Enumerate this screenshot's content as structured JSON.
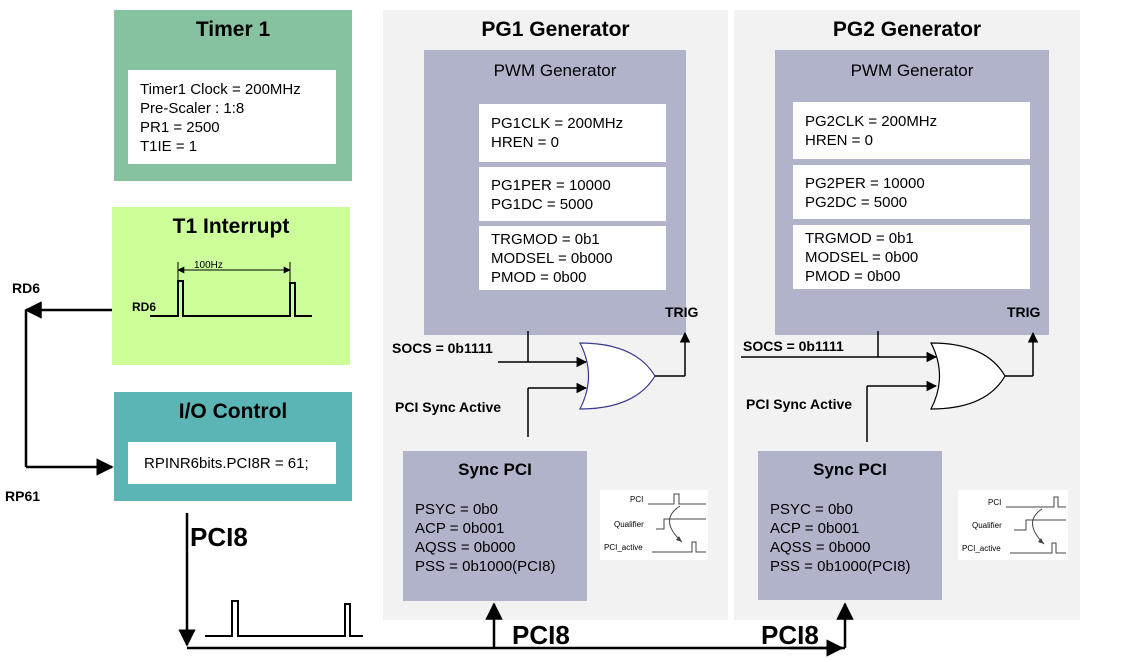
{
  "timer1": {
    "title": "Timer 1",
    "lines": [
      "Timer1 Clock = 200MHz",
      "Pre-Scaler : 1:8",
      "PR1 = 2500",
      "T1IE = 1"
    ]
  },
  "t1_interrupt": {
    "title": "T1 Interrupt",
    "period_label": "100Hz",
    "signal_label": "RD6"
  },
  "io_control": {
    "title": "I/O Control",
    "line": "RPINR6bits.PCI8R = 61;"
  },
  "pins": {
    "rd6": "RD6",
    "rp61": "RP61"
  },
  "pci8": {
    "label_left": "PCI8",
    "label_mid": "PCI8",
    "label_right": "PCI8"
  },
  "pg1": {
    "title": "PG1 Generator",
    "pwm_title": "PWM Generator",
    "box1": [
      "PG1CLK = 200MHz",
      "HREN = 0"
    ],
    "box2": [
      "PG1PER = 10000",
      "PG1DC = 5000"
    ],
    "box3": [
      "TRGMOD = 0b1",
      "MODSEL = 0b000",
      "PMOD = 0b00"
    ],
    "trig": "TRIG",
    "socs": "SOCS = 0b1111",
    "pci_sync_active": "PCI Sync Active",
    "sync_title": "Sync PCI",
    "sync_lines": [
      "PSYC = 0b0",
      "ACP = 0b001",
      "AQSS = 0b000",
      "PSS = 0b1000(PCI8)"
    ],
    "mini_labels": [
      "PCI",
      "Qualifier",
      "PCI_active"
    ]
  },
  "pg2": {
    "title": "PG2 Generator",
    "pwm_title": "PWM Generator",
    "box1": [
      "PG2CLK = 200MHz",
      "HREN = 0"
    ],
    "box2": [
      "PG2PER = 10000",
      "PG2DC = 5000"
    ],
    "box3": [
      "TRGMOD = 0b1",
      "MODSEL = 0b00",
      "PMOD = 0b00"
    ],
    "trig": "TRIG",
    "socs": "SOCS = 0b1111",
    "pci_sync_active": "PCI Sync Active",
    "sync_title": "Sync PCI",
    "sync_lines": [
      "PSYC = 0b0",
      "ACP = 0b001",
      "AQSS = 0b000",
      "PSS = 0b1000(PCI8)"
    ],
    "mini_labels": [
      "PCI",
      "Qualifier",
      "PCI_active"
    ]
  },
  "colors": {
    "timer1_fill": "#86c1a0",
    "interrupt_fill": "#ccff99",
    "io_fill": "#5bb5b5",
    "panel_fill": "#f2f2f2",
    "pwm_fill": "#b1b3cb",
    "sync_fill": "#b1b3cb",
    "or_gate_pg1": "#3a3a8c"
  }
}
